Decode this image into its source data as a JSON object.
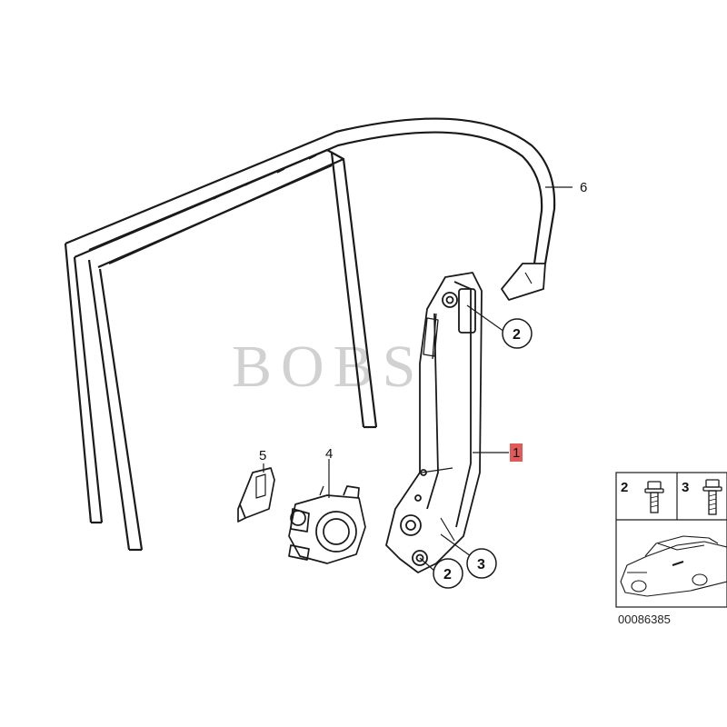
{
  "watermark": "BOBS",
  "callouts": {
    "frame_seal": "6",
    "motor": "4",
    "connector": "5",
    "regulator": "1",
    "bolt_top": "2",
    "bolt_bottom": "2",
    "screw_bottom": "3"
  },
  "inset": {
    "label_left": "2",
    "label_right": "3",
    "code": "00086385"
  },
  "colors": {
    "line": "#1a1a1a",
    "highlight": "#e05a5a",
    "watermark": "#c9c9c9"
  }
}
